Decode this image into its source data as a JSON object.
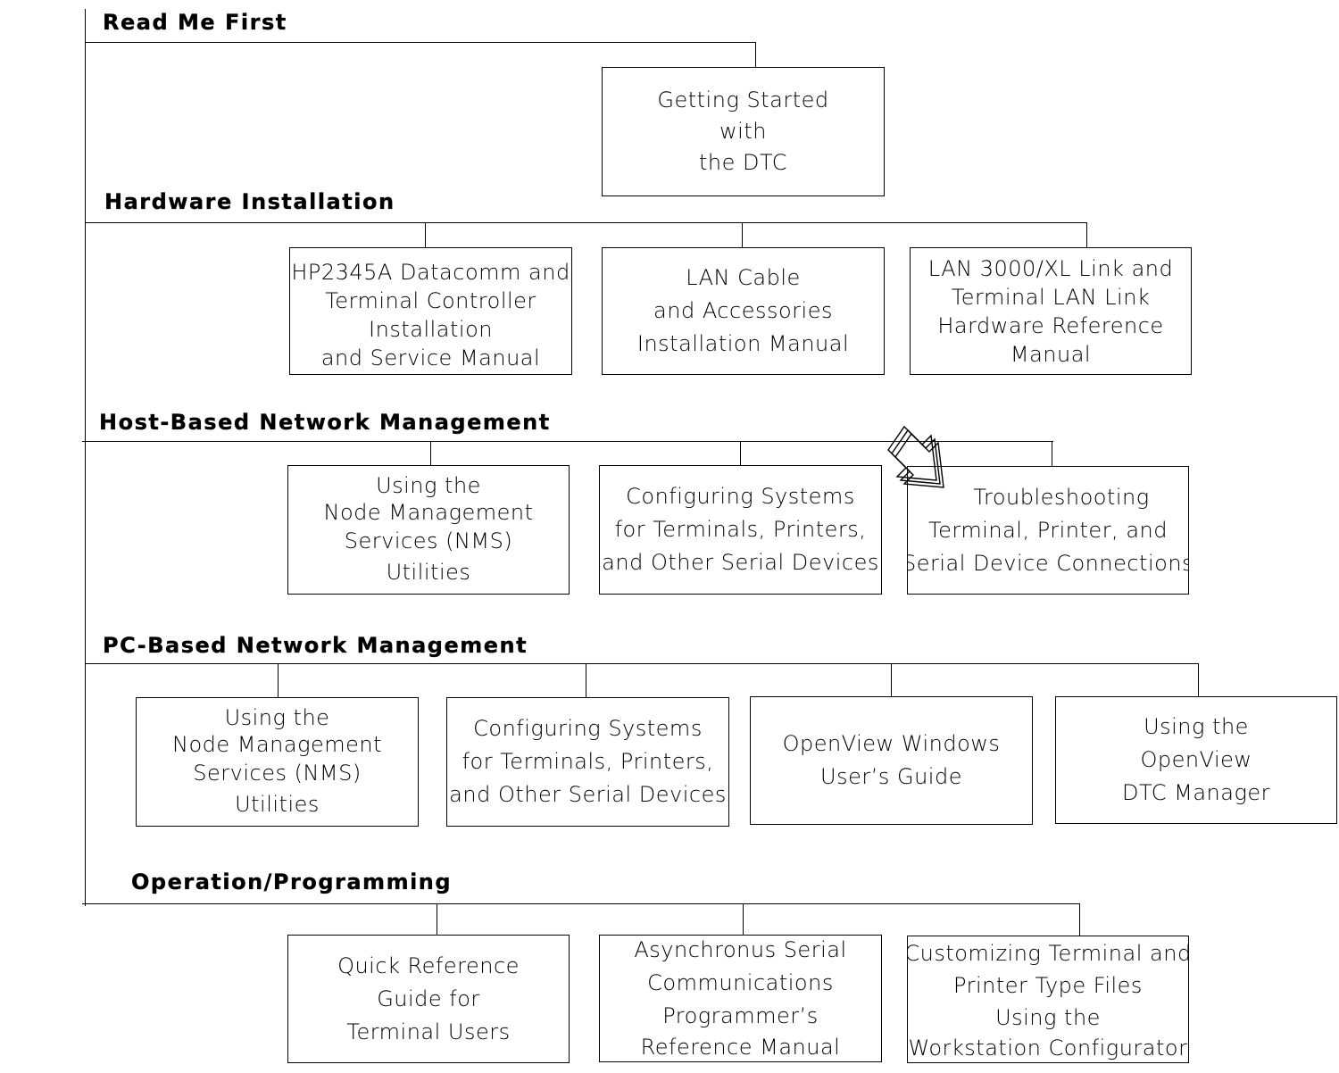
{
  "sections": [
    {
      "title": "Read Me First",
      "boxes": [
        {
          "lines": [
            "Getting Started",
            "with",
            "the DTC"
          ]
        }
      ]
    },
    {
      "title": "Hardware Installation",
      "boxes": [
        {
          "lines": [
            "HP2345A Datacomm and",
            "Terminal Controller",
            "Installation",
            "and Service Manual"
          ]
        },
        {
          "lines": [
            "LAN Cable",
            "and Accessories",
            "Installation Manual"
          ]
        },
        {
          "lines": [
            "LAN 3000/XL Link and",
            "Terminal LAN Link",
            "Hardware Reference",
            "Manual"
          ]
        }
      ]
    },
    {
      "title": "Host-Based Network Management",
      "boxes": [
        {
          "lines": [
            "Using the",
            "Node Management",
            "Services (NMS)",
            "Utilities"
          ]
        },
        {
          "lines": [
            "Configuring Systems",
            "for Terminals, Printers,",
            "and Other Serial Devices"
          ]
        },
        {
          "lines": [
            "Troubleshooting",
            "Terminal, Printer, and",
            "Serial Device Connections"
          ]
        }
      ]
    },
    {
      "title": "PC-Based Network Management",
      "boxes": [
        {
          "lines": [
            "Using the",
            "Node Management",
            "Services (NMS)",
            "Utilities"
          ]
        },
        {
          "lines": [
            "Configuring Systems",
            "for Terminals, Printers,",
            "and Other Serial Devices"
          ]
        },
        {
          "lines": [
            "OpenView Windows",
            "User’s Guide"
          ]
        },
        {
          "lines": [
            "Using the",
            "OpenView",
            "DTC Manager"
          ]
        }
      ]
    },
    {
      "title": "Operation/Programming",
      "boxes": [
        {
          "lines": [
            "Quick Reference",
            "Guide for",
            "Terminal Users"
          ]
        },
        {
          "lines": [
            "Asynchronus Serial",
            "Communications",
            "Programmer’s",
            "Reference Manual"
          ]
        },
        {
          "lines": [
            "Customizing Terminal and",
            "Printer Type Files",
            "Using the",
            "Workstation Configurator"
          ]
        }
      ]
    }
  ],
  "highlight_icon": "hollow-arrow-icon"
}
